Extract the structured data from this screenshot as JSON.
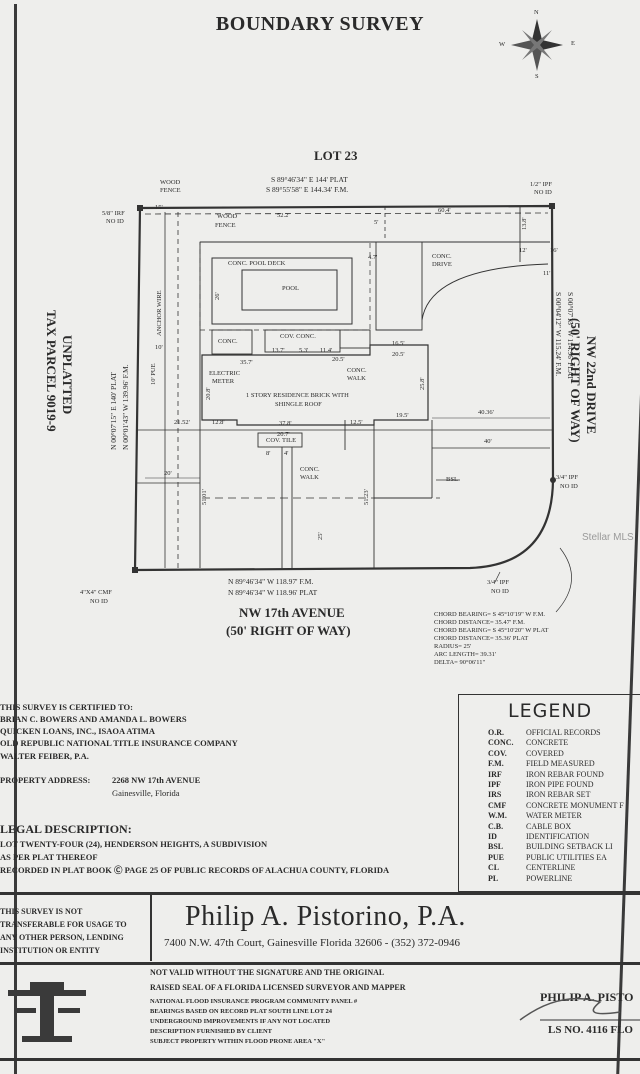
{
  "title": "BOUNDARY SURVEY",
  "compass": {
    "n": "N",
    "e": "E",
    "s": "S",
    "w": "W"
  },
  "lot": "LOT 23",
  "north_line": [
    "S 89°46'34\" E   144' PLAT",
    "S 89°55'58\" E   144.34' F.M."
  ],
  "south_line": [
    "N 89°46'34\" W   118.97' F.M.",
    "N 89°46'34\" W   118.96' PLAT"
  ],
  "west_line": [
    "N 00°01'43\" W   139.96' F.M.",
    "N 00°07'15\" E   140' PLAT"
  ],
  "east_line": [
    "S 00°04'12\" W   115.24' F.M.",
    "S 00°07'15\" W   114.96' PLAT"
  ],
  "street_south": [
    "NW 17th AVENUE",
    "(50' RIGHT OF WAY)"
  ],
  "street_east": [
    "NW 22nd DRIVE",
    "(50' RIGHT OF WAY)"
  ],
  "west_parcel": [
    "UNPLATTED",
    "TAX PARCEL 9019-9"
  ],
  "corners": {
    "nw": [
      "5/8\" IRF",
      "NO ID"
    ],
    "ne": [
      "1/2\" IPF",
      "NO ID"
    ],
    "se": [
      "3/4\" IPF",
      "NO ID"
    ],
    "sw": [
      "4\"X4\" CMF",
      "NO ID"
    ],
    "s_curve": [
      "3/4\" IPF",
      "NO ID"
    ]
  },
  "features": {
    "wood_fence_top": [
      "WOOD",
      "FENCE"
    ],
    "wood_fence_in": [
      "WOOD",
      "FENCE"
    ],
    "pool_deck": "CONC. POOL DECK",
    "pool": "POOL",
    "conc_drive": [
      "CONC.",
      "DRIVE"
    ],
    "anchor_wire": "ANCHOR WIRE",
    "setback": "10' PUE",
    "conc": "CONC.",
    "cov_conc": "COV. CONC.",
    "conc_walk_e": [
      "CONC.",
      "WALK"
    ],
    "electric_meter": [
      "ELECTRIC",
      "METER"
    ],
    "residence": [
      "1 STORY RESIDENCE BRICK WITH",
      "SHINGLE ROOF"
    ],
    "cov_tile": "COV. TILE",
    "conc_walk_s": [
      "CONC.",
      "WALK"
    ],
    "bsl": "BSL"
  },
  "dims": {
    "d52": "52.2'",
    "d60": "60.4'",
    "d5a": "5'",
    "d13": "13.8'",
    "d16": "16'",
    "d10": "10'",
    "d11": "11'",
    "d12": "12'",
    "d137": "13.7'",
    "d53": "5.3'",
    "d114": "11.4'",
    "d205": "20.5'",
    "d165": "16.5'",
    "d205b": "20.5'",
    "d357": "35.7'",
    "d208": "20.8'",
    "d258": "25.8'",
    "d2152": "21.52'",
    "d128": "12.8'",
    "d378": "37.8'",
    "d125": "12.5'",
    "d195": "19.5'",
    "d4036": "40.36'",
    "d40": "40'",
    "d207": "20.7'",
    "d20": "20'",
    "d25": "25'",
    "d5101": "51.01'",
    "d5123": "51.23'",
    "d8": "8'",
    "d4": "4'",
    "d15": "15'",
    "d47": "4.7'",
    "d26": "26'"
  },
  "curve": [
    "CHORD BEARING= S 45°10'19\" W F.M.",
    "CHORD DISTANCE= 35.47' F.M.",
    "CHORD BEARING= S 45°10'20\" W PLAT",
    "CHORD DISTANCE= 35.36' PLAT",
    "RADIUS= 25'",
    "ARC LENGTH= 39.31'",
    "DELTA= 90°06'11\""
  ],
  "watermark": "Stellar MLS",
  "certified": {
    "heading": "THIS SURVEY IS CERTIFIED TO:",
    "lines": [
      "BRIAN C. BOWERS AND AMANDA L. BOWERS",
      "QUICKEN LOANS, INC., ISAOA ATIMA",
      "OLD REPUBLIC NATIONAL TITLE INSURANCE COMPANY",
      "WALTER FEIBER, P.A."
    ]
  },
  "property": {
    "label": "PROPERTY ADDRESS:",
    "line1": "2268 NW 17th AVENUE",
    "line2": "Gainesville, Florida"
  },
  "legal": {
    "heading": "LEGAL DESCRIPTION:",
    "lines": [
      "LOT TWENTY-FOUR (24), HENDERSON HEIGHTS, A SUBDIVISION",
      "AS PER PLAT THEREOF",
      "RECORDED IN PLAT BOOK Ⓒ PAGE 25 OF PUBLIC RECORDS OF ALACHUA COUNTY, FLORIDA"
    ]
  },
  "legend": {
    "title": "LEGEND",
    "items": [
      {
        "a": "O.R.",
        "d": "OFFICIAL RECORDS"
      },
      {
        "a": "CONC.",
        "d": "CONCRETE"
      },
      {
        "a": "COV.",
        "d": "COVERED"
      },
      {
        "a": "F.M.",
        "d": "FIELD MEASURED"
      },
      {
        "a": "IRF",
        "d": "IRON REBAR FOUND"
      },
      {
        "a": "IPF",
        "d": "IRON PIPE FOUND"
      },
      {
        "a": "IRS",
        "d": "IRON REBAR SET"
      },
      {
        "a": "CMF",
        "d": "CONCRETE MONUMENT F"
      },
      {
        "a": "W.M.",
        "d": "WATER METER"
      },
      {
        "a": "C.B.",
        "d": "CABLE BOX"
      },
      {
        "a": "ID",
        "d": "IDENTIFICATION"
      },
      {
        "a": "BSL",
        "d": "BUILDING SETBACK LI"
      },
      {
        "a": "PUE",
        "d": "PUBLIC UTILITIES EA"
      },
      {
        "a": "CL",
        "d": "CENTERLINE"
      },
      {
        "a": "PL",
        "d": "POWERLINE"
      }
    ]
  },
  "disclaimer": [
    "THIS SURVEY IS NOT",
    "TRANSFERABLE FOR USAGE TO",
    "ANY OTHER PERSON, LENDING",
    "INSTITUTION OR ENTITY"
  ],
  "firm": {
    "name": "Philip A. Pistorino, P.A.",
    "address": "7400 N.W. 47th Court, Gainesville Florida 32606 - (352) 372-0946"
  },
  "notes": [
    "NOT VALID WITHOUT THE SIGNATURE AND THE ORIGINAL",
    "RAISED SEAL OF A FLORIDA LICENSED SURVEYOR AND MAPPER",
    "NATIONAL FLOOD INSURANCE PROGRAM COMMUNITY PANEL #",
    "BEARINGS BASED ON RECORD PLAT SOUTH LINE LOT 24",
    "UNDERGROUND IMPROVEMENTS IF ANY NOT LOCATED",
    "DESCRIPTION FURNISHED BY CLIENT",
    "SUBJECT PROPERTY WITHIN FLOOD PRONE AREA \"X\""
  ],
  "signature": {
    "name": "PHILIP A. PISTO",
    "license": "LS NO. 4116 FLO"
  }
}
